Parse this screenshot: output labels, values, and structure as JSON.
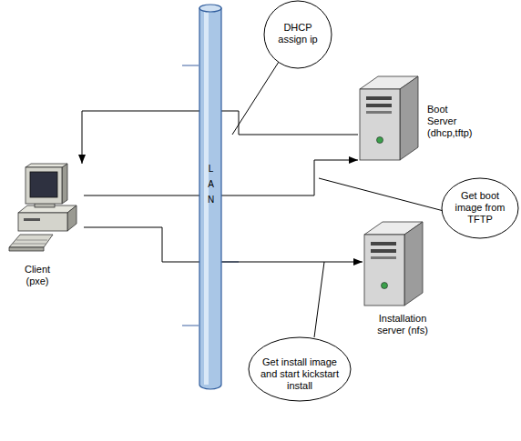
{
  "diagram": {
    "nodes": [
      {
        "text": [
          "LAN"
        ]
      },
      {
        "text": [
          "Client (pxe)"
        ]
      },
      {
        "text": [
          "Boot Server (dhcp,tftp)"
        ]
      },
      {
        "text": [
          "Installation server (nfs)"
        ]
      },
      {
        "text": [
          "DHCP assign ip"
        ]
      },
      {
        "text": [
          "Get boot image from TFTP"
        ]
      },
      {
        "text": [
          "Get install image and start kickstart install"
        ]
      }
    ],
    "edges": [
      {
        "from": 2,
        "to": 1,
        "arrow": "to"
      },
      {
        "from": 1,
        "to": 2,
        "arrow": "to"
      },
      {
        "from": 1,
        "to": 3,
        "arrow": "to"
      }
    ]
  }
}
